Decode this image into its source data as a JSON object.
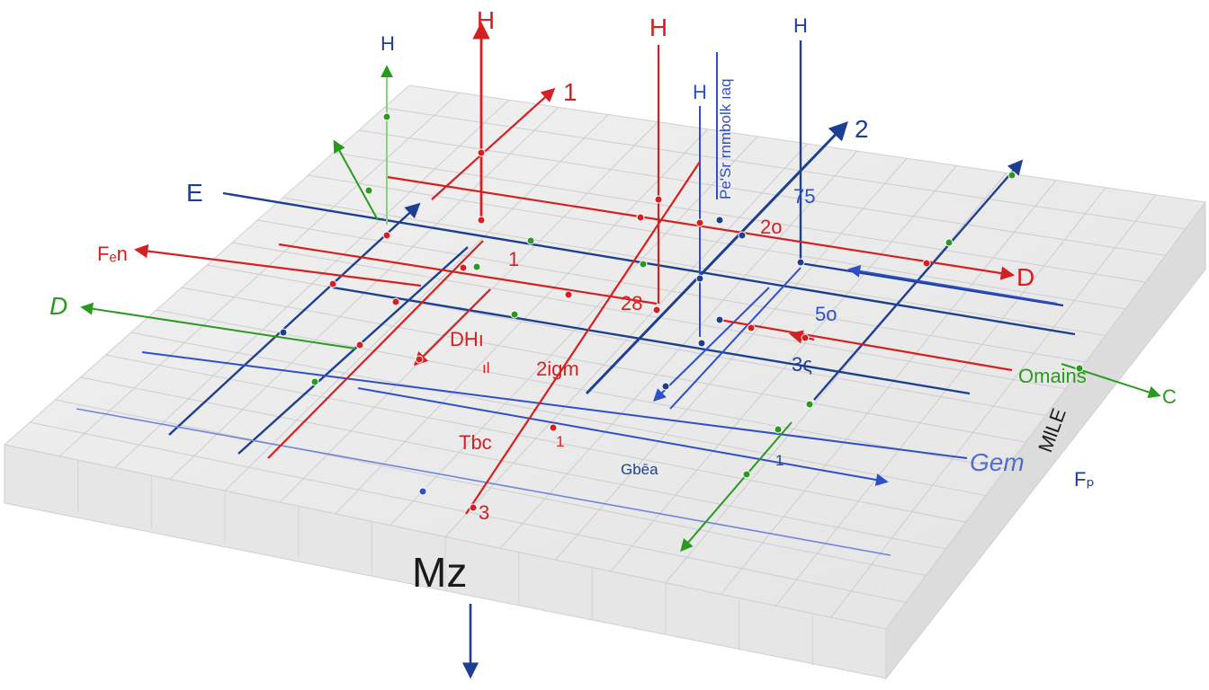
{
  "colors": {
    "red": "#d42020",
    "navy": "#1d3f8f",
    "blue": "#2f4fc8",
    "green": "#2a9a1e",
    "plate_top": "#ececec",
    "plate_side": "#e2e2e2",
    "grid": "#cfcfcf"
  },
  "labels": {
    "h_red_1": "H",
    "h_red_2": "H",
    "h_navy_left": "H",
    "h_navy_right": "H",
    "h_blue_mid": "H",
    "vertical_text": "Pe'Sr rnmbolk ıaq",
    "num_1": "1",
    "num_2": "2",
    "e_left": "E",
    "fen": "Fₑn",
    "d_left": "D",
    "d_right": "D",
    "c_right": "C",
    "fp": "Fₚ",
    "omains": "Omains",
    "gem": "Gem",
    "mz": "Mz",
    "mle": "MlLE",
    "n75": "75",
    "n2o": "2o",
    "n50": "5o",
    "n3s": "3ς",
    "n28": "28",
    "n1_small": "1",
    "dhi": "DHı",
    "i_mark": "ıl",
    "n2igm": "2igm",
    "tbc": "Tbc",
    "gbea": "Gbēa",
    "n1_lower": "1",
    "n1_green": "1",
    "n3": "3"
  }
}
